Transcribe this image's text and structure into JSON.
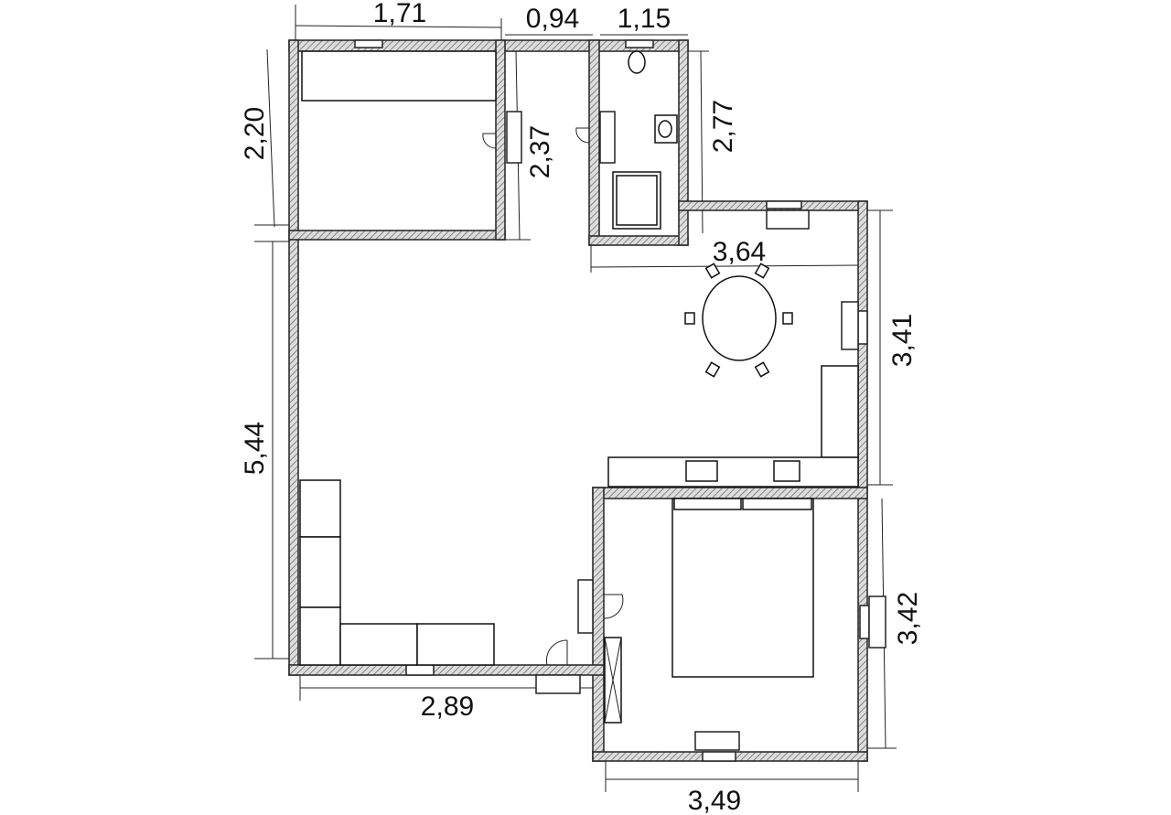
{
  "title": "Apartment floor plan",
  "dimensions": {
    "top_bedroom_width": "1,71",
    "top_corridor_width": "0,94",
    "top_bathroom_width": "1,15",
    "left_bedroom_height": "2,20",
    "corridor_height": "2,37",
    "bathroom_height": "2,77",
    "kitchen_width": "3,64",
    "kitchen_height": "3,41",
    "living_height": "5,44",
    "bedroom2_height": "3,42",
    "living_bottom_width": "2,89",
    "bedroom2_width": "3,49"
  },
  "colors": {
    "line": "#222222",
    "background": "#ffffff"
  }
}
